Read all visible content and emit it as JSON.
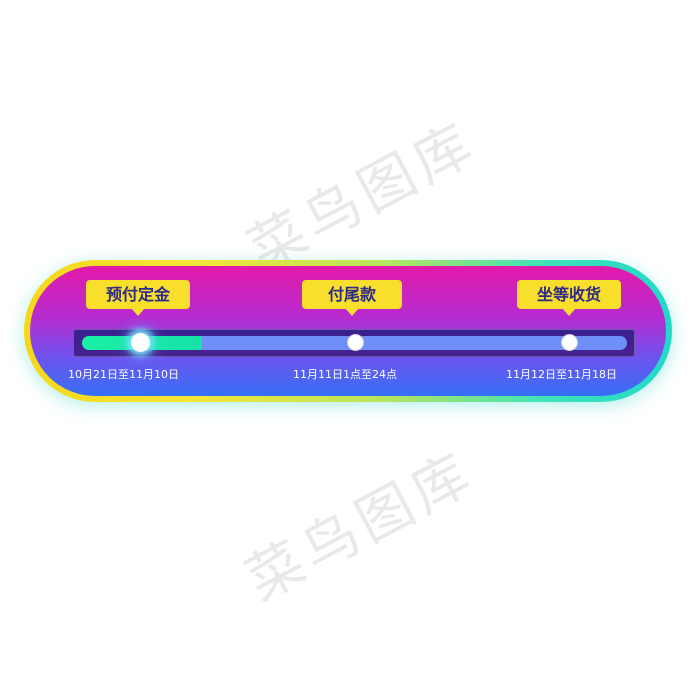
{
  "watermark": {
    "text": "菜鸟图库"
  },
  "timeline": {
    "progress": 0.22,
    "stages": [
      {
        "label": "预付定金",
        "date": "10月21日至11月10日",
        "active": true
      },
      {
        "label": "付尾款",
        "date": "11月11日1点至24点",
        "active": false
      },
      {
        "label": "坐等收货",
        "date": "11月12日至11月18日",
        "active": false
      }
    ]
  },
  "colors": {
    "tag_background": "#f8df2c",
    "tag_text": "#2d2a8a",
    "progress_fill": "#1bf0a4",
    "track": "#6f8ef7",
    "border_start": "#f5d81a",
    "border_end": "#21d9c7"
  }
}
